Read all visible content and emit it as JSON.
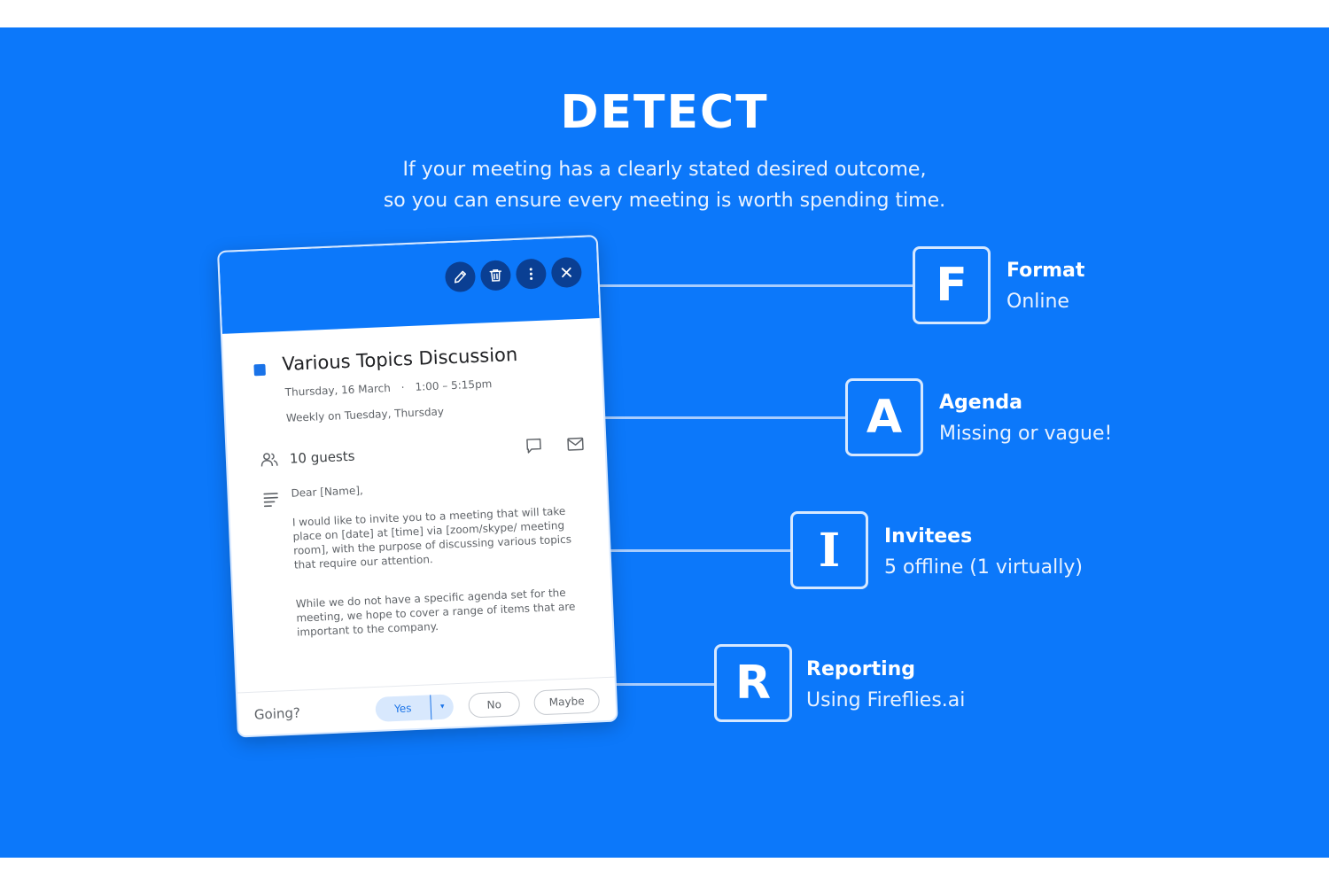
{
  "headline": "DETECT",
  "subtitle": {
    "line1": "If your meeting has a clearly stated desired outcome,",
    "line2": "so you can ensure every meeting is worth spending time."
  },
  "event_card": {
    "toolbar": {
      "icons": [
        "pencil-icon",
        "trash-icon",
        "more-vertical-icon",
        "close-icon"
      ]
    },
    "title": "Various Topics Discussion",
    "date": "Thursday, 16 March",
    "separator": "·",
    "time": "1:00 – 5:15pm",
    "recurrence": "Weekly on Tuesday, Thursday",
    "guests": "10 guests",
    "description": {
      "greeting": "Dear [Name],",
      "paragraph1": "I would like to invite you to a meeting that will take place on [date] at [time] via [zoom/skype/ meeting room], with the purpose of discussing various topics that require our attention.",
      "paragraph2": "While we do not have a specific agenda set for the meeting, we hope to cover a range of items that are important to the company."
    },
    "rsvp": {
      "label": "Going?",
      "yes": "Yes",
      "no": "No",
      "maybe": "Maybe",
      "selected": "Yes"
    }
  },
  "fair_items": [
    {
      "letter": "F",
      "title": "Format",
      "description": "Online"
    },
    {
      "letter": "A",
      "title": "Agenda",
      "description": "Missing or vague!"
    },
    {
      "letter": "I",
      "title": "Invitees",
      "description": "5 offline (1 virtually)"
    },
    {
      "letter": "R",
      "title": "Reporting",
      "description": "Using Fireflies.ai"
    }
  ],
  "colors": {
    "background": "#0c78fa",
    "toolbar_button": "#0a3f93",
    "event_color": "#1a73e8",
    "connector": "#a9cdfd"
  }
}
